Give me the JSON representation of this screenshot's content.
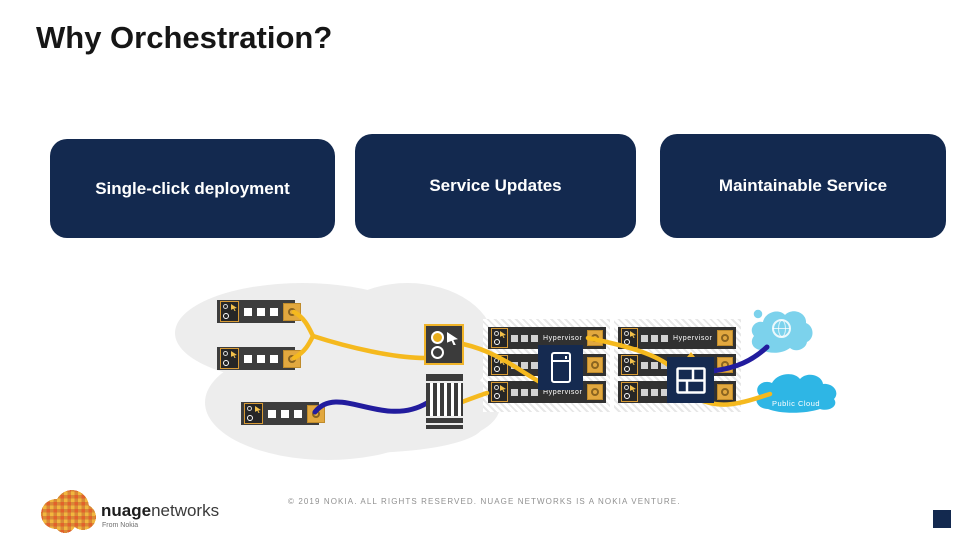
{
  "slide": {
    "title": "Why Orchestration?"
  },
  "feature_boxes": [
    {
      "label": "Single-click deployment"
    },
    {
      "label": "Service Updates"
    },
    {
      "label": "Maintainable Service"
    }
  ],
  "diagram": {
    "hypervisor_label": "Hypervisor",
    "public_cloud_label": "Public Cloud"
  },
  "icons": {
    "agent": "gear-cursor-circle-icon",
    "gear": "gear-icon",
    "selection": "radio-buttons-with-cursor-icon",
    "gateway": "striped-gateway-icon",
    "server_overlay": "server-tower-icon",
    "rack_overlay": "brick-grid-icon",
    "globe": "globe-icon",
    "cloud": "cloud-icon"
  },
  "colors": {
    "box_navy": "#13294F",
    "overlay_navy": "#152A50",
    "accent_yellow_line": "#F5B91E",
    "blue_line": "#221C9E",
    "bar_dark": "#3D3D3D",
    "icon_orange": "#E2A83F",
    "cloud_light_blue": "#7CD2EC",
    "cloud_blue": "#2EB6E5",
    "background_cloud_gray": "#EDEDED"
  },
  "footer": {
    "copyright": "© 2019 NOKIA. ALL RIGHTS RESERVED. NUAGE NETWORKS IS A NOKIA VENTURE.",
    "logo_bold": "nuage",
    "logo_regular": "networks",
    "logo_tagline": "From Nokia"
  }
}
